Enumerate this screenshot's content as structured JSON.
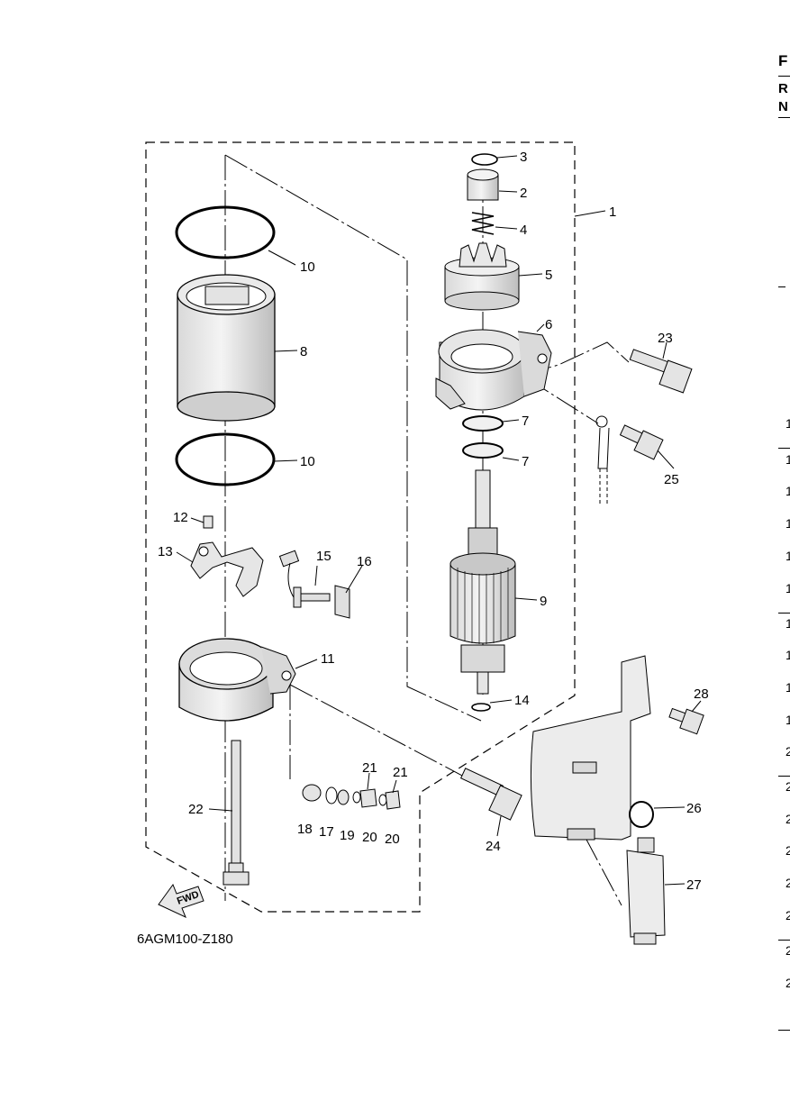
{
  "diagram_code": "6AGM100-Z180",
  "fwd_label": "FWD",
  "callouts": [
    "1",
    "2",
    "3",
    "4",
    "5",
    "6",
    "7",
    "7",
    "8",
    "9",
    "10",
    "10",
    "11",
    "12",
    "13",
    "14",
    "15",
    "16",
    "17",
    "18",
    "19",
    "20",
    "20",
    "21",
    "21",
    "22",
    "23",
    "24",
    "25",
    "26",
    "27",
    "28"
  ],
  "right_edge": {
    "letters": [
      "F",
      "R",
      "N"
    ],
    "numbers": [
      "1",
      "1",
      "1",
      "1",
      "1",
      "1",
      "1",
      "1",
      "1",
      "1",
      "1",
      "2",
      "2",
      "2",
      "2",
      "2",
      "2",
      "2",
      "2"
    ]
  }
}
